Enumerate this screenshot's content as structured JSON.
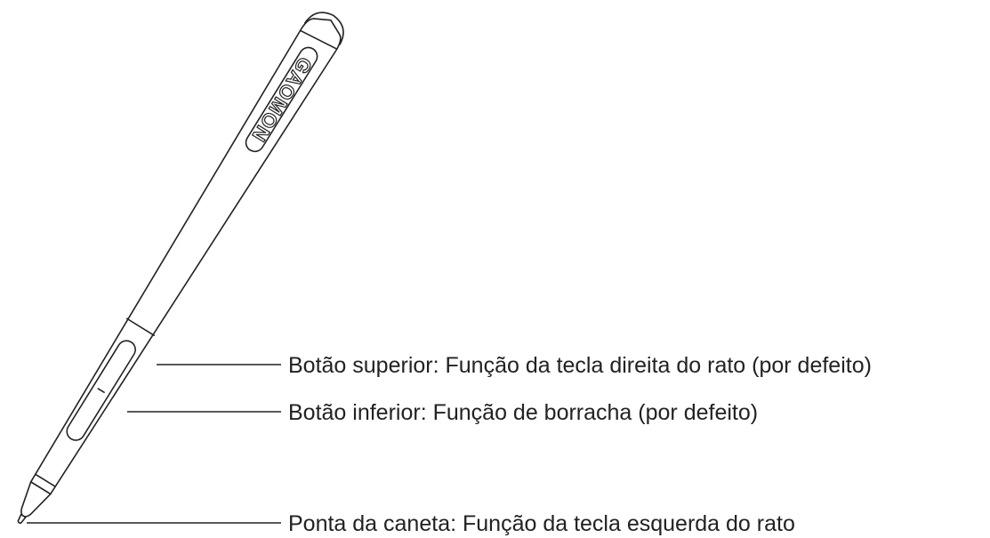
{
  "brand": "GAOMON",
  "callouts": [
    {
      "id": "upper-button",
      "text": "Botão superior: Função da tecla direita do rato (por defeito)"
    },
    {
      "id": "lower-button",
      "text": "Botão inferior: Função de borracha (por defeito)"
    },
    {
      "id": "pen-tip",
      "text": "Ponta da caneta: Função da tecla esquerda do rato"
    }
  ],
  "colors": {
    "ink": "#222222",
    "background": "#ffffff"
  }
}
